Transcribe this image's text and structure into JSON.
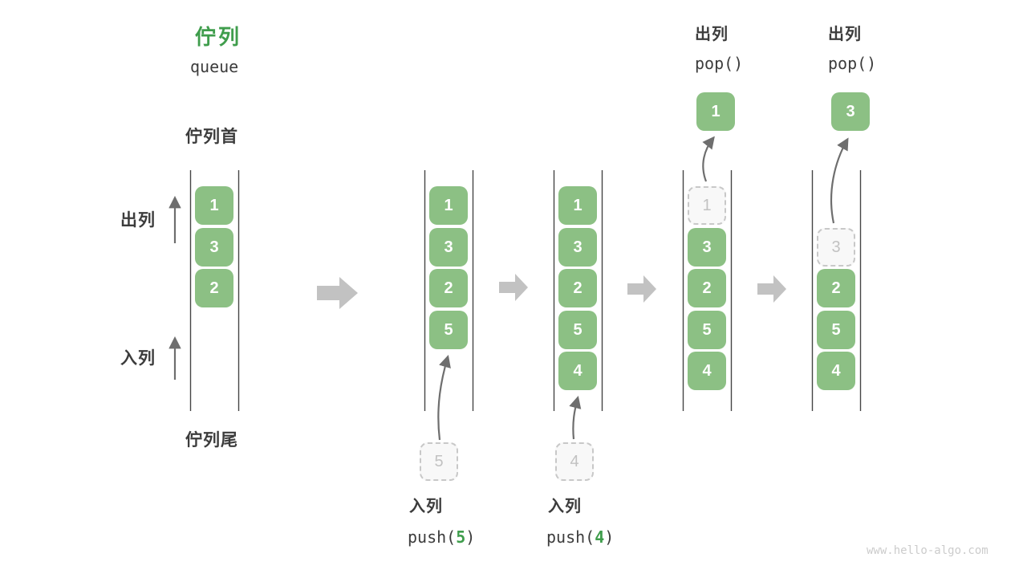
{
  "title": {
    "zh": "佇列",
    "en": "queue"
  },
  "labels": {
    "front": "佇列首",
    "rear": "佇列尾",
    "dequeue_side": "出列",
    "enqueue_side": "入列"
  },
  "footer": "www.hello-algo.com",
  "colors": {
    "box_green": "#8cc084",
    "accent_green": "#3f9d4c",
    "text_dark": "#3c3c3c",
    "block_arrow": "#c2c2c2",
    "thin_arrow": "#6e6e6e",
    "ghost_border": "#c8c8c8",
    "ghost_text": "#c2c2c2"
  },
  "states": [
    {
      "name": "initial",
      "cells": [
        "1",
        "3",
        "2"
      ]
    },
    {
      "name": "after-push-5",
      "cells": [
        "1",
        "3",
        "2",
        "5"
      ]
    },
    {
      "name": "after-push-4",
      "cells": [
        "1",
        "3",
        "2",
        "5",
        "4"
      ]
    },
    {
      "name": "after-pop-1",
      "ghost": "1",
      "cells": [
        "3",
        "2",
        "5",
        "4"
      ]
    },
    {
      "name": "after-pop-3",
      "ghost": "3",
      "cells": [
        "2",
        "5",
        "4"
      ]
    }
  ],
  "operations": {
    "push5": {
      "label": "入列",
      "fn": "push(",
      "arg": "5",
      "close": ")",
      "ghost": "5"
    },
    "push4": {
      "label": "入列",
      "fn": "push(",
      "arg": "4",
      "close": ")",
      "ghost": "4"
    },
    "pop1": {
      "label": "出列",
      "code": "pop()",
      "value": "1"
    },
    "pop2": {
      "label": "出列",
      "code": "pop()",
      "value": "3"
    }
  }
}
